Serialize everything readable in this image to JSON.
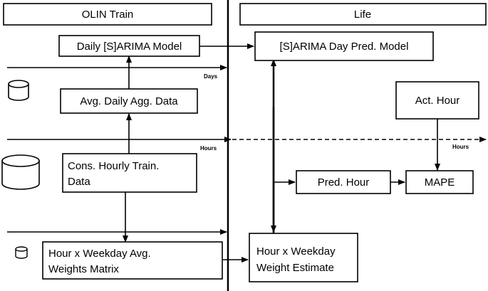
{
  "headers": {
    "train": "OLIN Train",
    "life": "Life"
  },
  "nodes": {
    "daily_model": "Daily [S]ARIMA Model",
    "avg_daily": "Avg. Daily Agg. Data",
    "cons_hourly_1": "Cons. Hourly Train.",
    "cons_hourly_2": "Data",
    "weights_matrix_1": "Hour x Weekday Avg.",
    "weights_matrix_2": "Weights Matrix",
    "sarima_pred": "[S]ARIMA Day Pred. Model",
    "act_hour": "Act. Hour",
    "pred_hour": "Pred. Hour",
    "mape": "MAPE",
    "weight_estimate_1": "Hour x Weekday",
    "weight_estimate_2": "Weight Estimate"
  },
  "axes": {
    "days": "Days",
    "hours_left": "Hours",
    "hours_right": "Hours"
  },
  "icons": [
    "database-icon-small",
    "database-icon-large",
    "database-icon-tiny"
  ]
}
